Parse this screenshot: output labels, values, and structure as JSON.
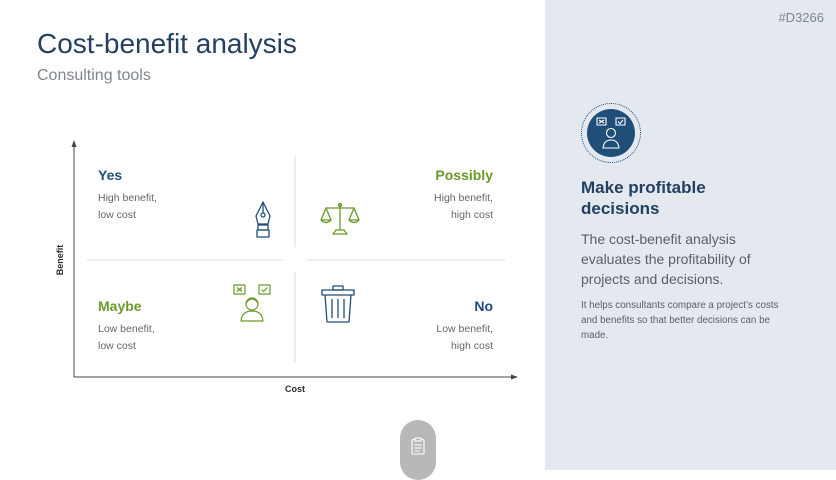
{
  "slide_id": "#D3266",
  "title": "Cost-benefit analysis",
  "subtitle": "Consulting tools",
  "axes": {
    "y_label": "Benefit",
    "x_label": "Cost"
  },
  "quadrants": [
    {
      "id": "yes",
      "heading": "Yes",
      "line1": "High benefit,",
      "line2": "low cost",
      "color": "#1f4e79",
      "icon": "fountain-pen-icon"
    },
    {
      "id": "possibly",
      "heading": "Possibly",
      "line1": "High benefit,",
      "line2": "high cost",
      "color": "#6a9a2a",
      "icon": "scales-icon"
    },
    {
      "id": "maybe",
      "heading": "Maybe",
      "line1": "Low benefit,",
      "line2": "low cost",
      "color": "#6a9a2a",
      "icon": "person-choice-icon"
    },
    {
      "id": "no",
      "heading": "No",
      "line1": "Low benefit,",
      "line2": "high cost",
      "color": "#1f4e79",
      "icon": "trash-can-icon"
    }
  ],
  "panel": {
    "icon": "decision-person-icon",
    "heading": "Make profitable decisions",
    "lead": "The cost-benefit analysis evaluates the profitability of projects and decisions.",
    "body": "It helps consultants compare a project’s costs and benefits so that better decisions can be made."
  },
  "colors": {
    "accent_blue": "#1f4e79",
    "accent_green": "#6a9a2a",
    "panel_bg": "#e4e9f0"
  }
}
